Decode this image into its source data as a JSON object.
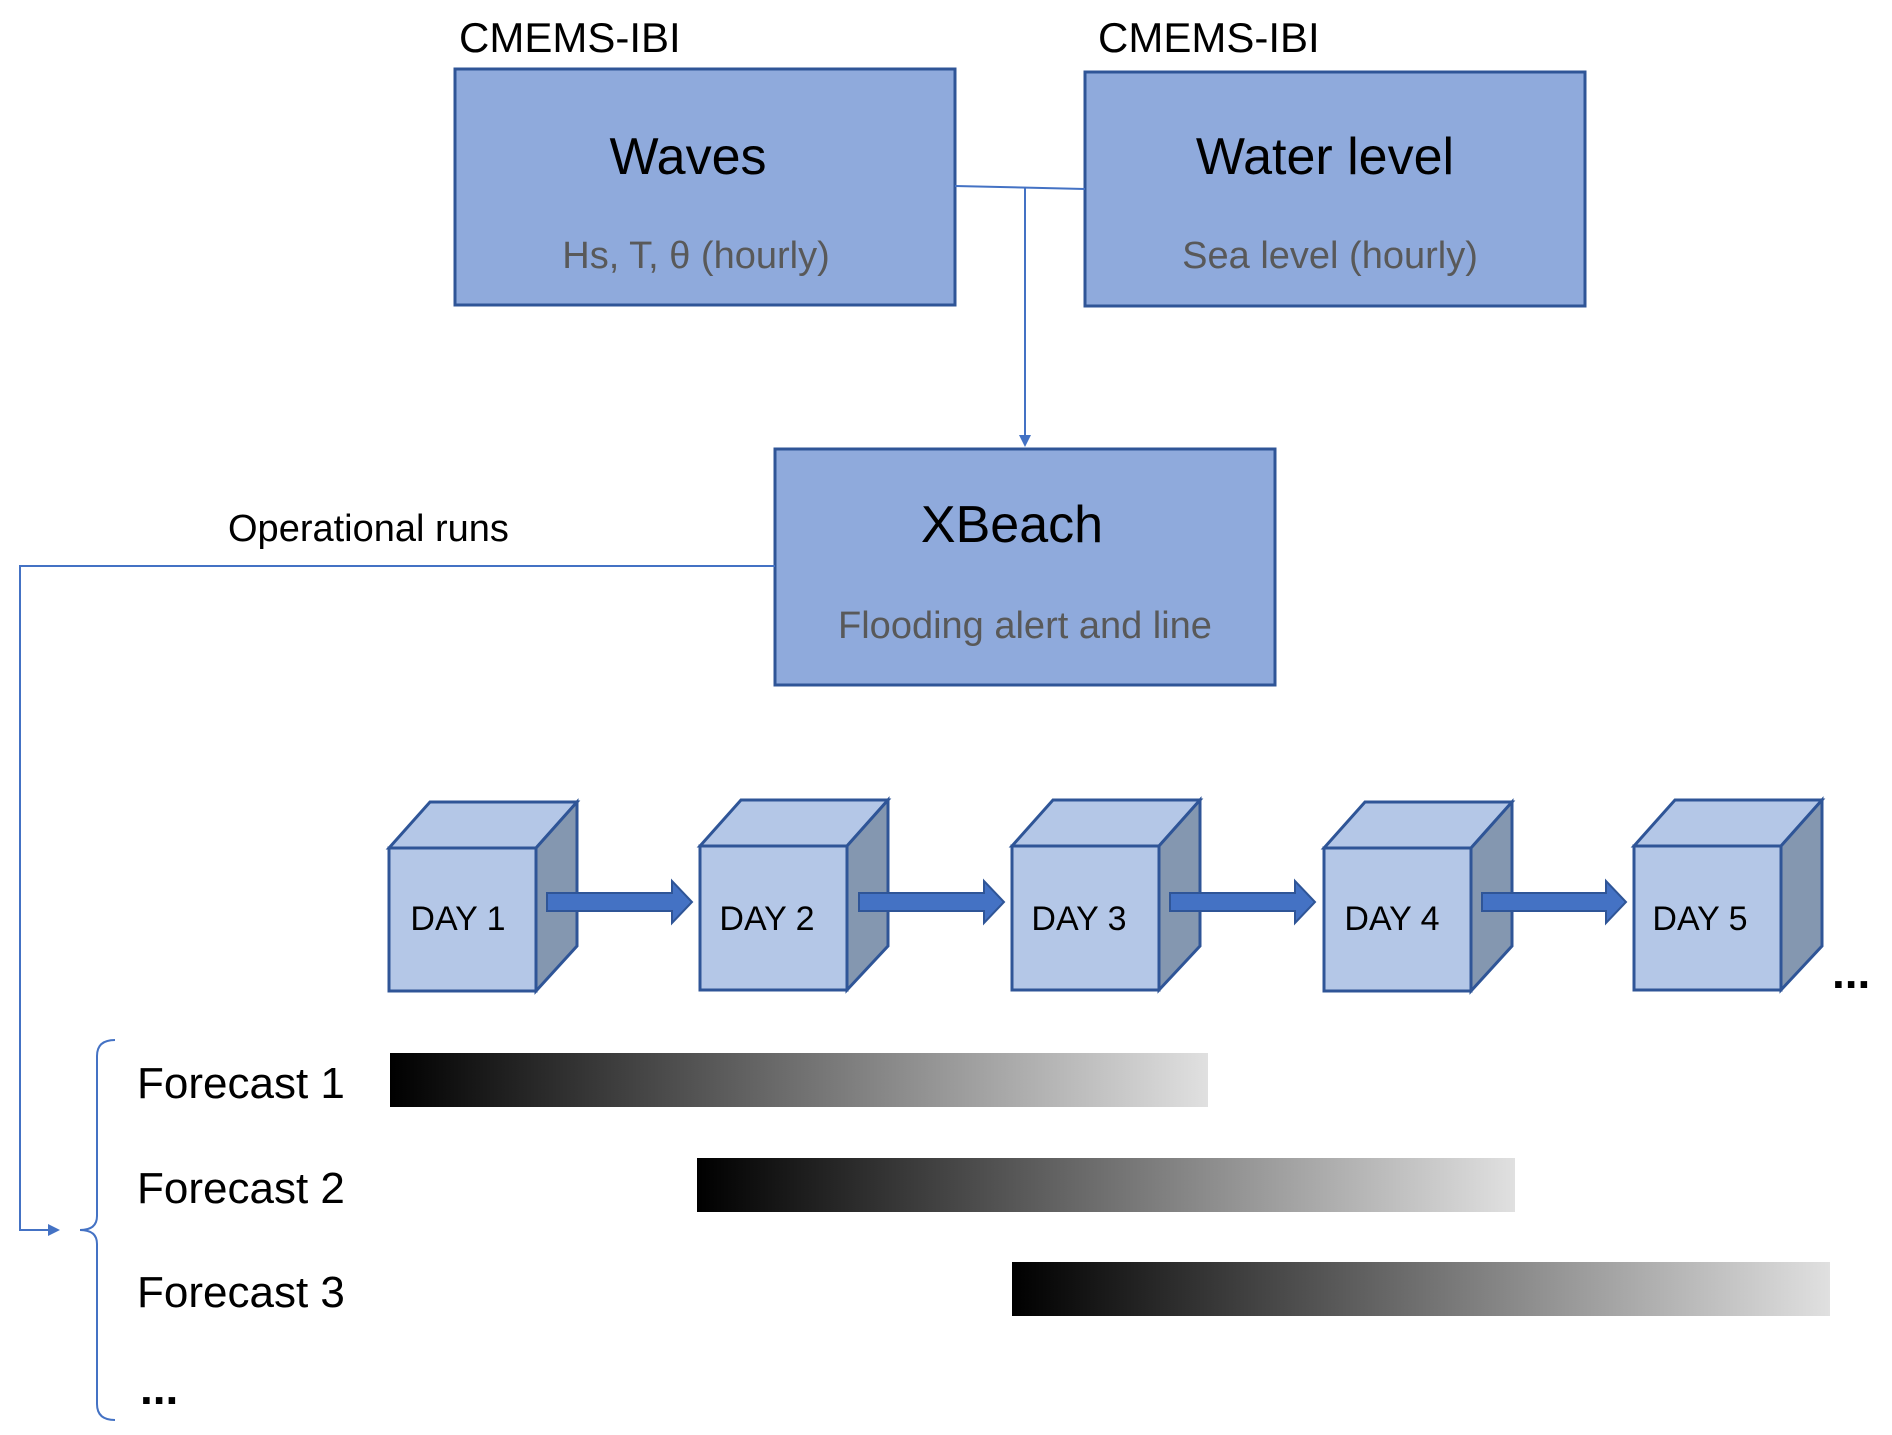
{
  "sources": [
    {
      "provider": "CMEMS-IBI",
      "title": "Waves",
      "detail": "Hs, T, θ (hourly)"
    },
    {
      "provider": "CMEMS-IBI",
      "title": "Water level",
      "detail": "Sea level (hourly)"
    }
  ],
  "model": {
    "title": "XBeach",
    "detail": "Flooding alert and line"
  },
  "operational_label": "Operational runs",
  "days": [
    "DAY 1",
    "DAY 2",
    "DAY 3",
    "DAY 4",
    "DAY 5"
  ],
  "days_ellipsis": "...",
  "forecasts": [
    "Forecast 1",
    "Forecast 2",
    "Forecast 3"
  ],
  "forecasts_ellipsis": "...",
  "colors": {
    "box_fill": "#8faadc",
    "box_border": "#2f5597",
    "cube_front": "#b4c7e7",
    "cube_side": "#8497b0",
    "arrow": "#4472c4",
    "connector": "#4472c4"
  }
}
